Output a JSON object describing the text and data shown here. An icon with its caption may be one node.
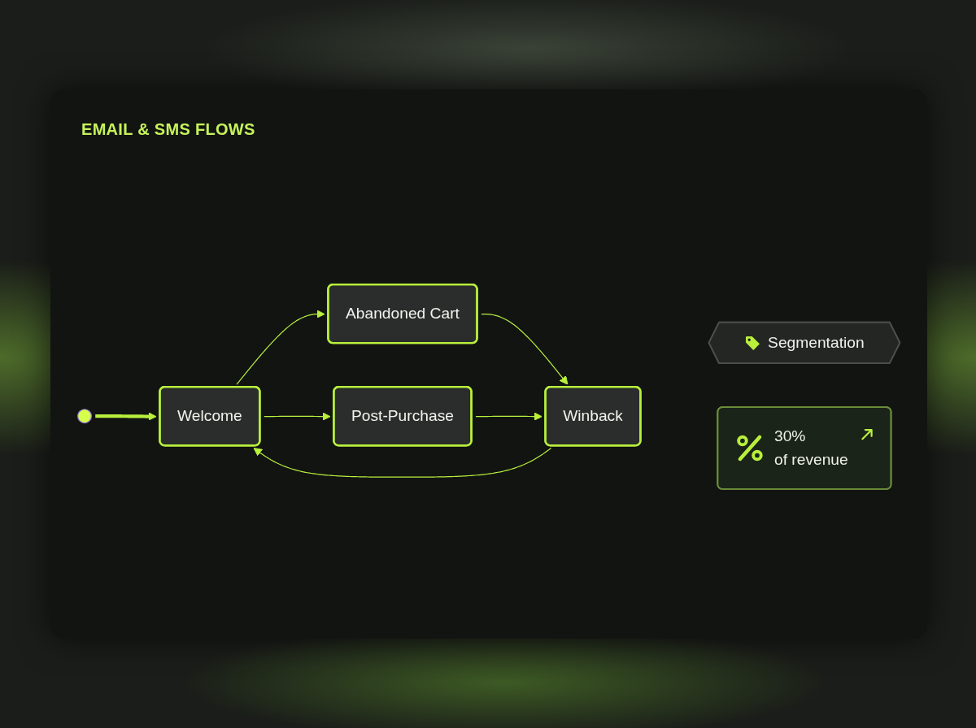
{
  "diagram": {
    "title": "EMAIL & SMS FLOWS",
    "nodes": [
      {
        "text": [],
        "shape": "circle"
      },
      {
        "text": [
          "Welcome"
        ]
      },
      {
        "text": [
          "Abandoned Cart"
        ]
      },
      {
        "text": [
          "Post-Purchase"
        ]
      },
      {
        "text": [
          "Winback"
        ]
      },
      {
        "text": [
          "Segmentation"
        ]
      },
      {
        "text": [
          "30%",
          "of revenue"
        ]
      }
    ],
    "edges": [
      {
        "from": 0,
        "to": 1,
        "arrow": "to",
        "style": "thick"
      },
      {
        "from": 1,
        "to": 2,
        "arrow": "to"
      },
      {
        "from": 1,
        "to": 3,
        "arrow": "to"
      },
      {
        "from": 2,
        "to": 4,
        "arrow": "to"
      },
      {
        "from": 3,
        "to": 4,
        "arrow": "to"
      },
      {
        "from": 4,
        "to": 1,
        "arrow": "to"
      }
    ]
  }
}
